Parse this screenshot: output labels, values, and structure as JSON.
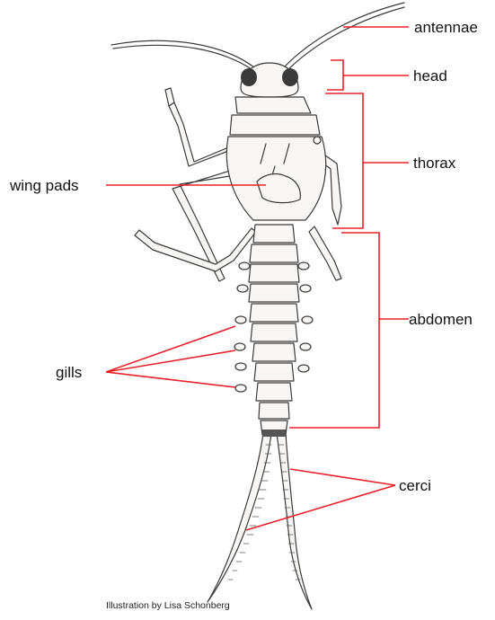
{
  "labels": {
    "antennae": "antennae",
    "head": "head",
    "thorax": "thorax",
    "wing_pads": "wing pads",
    "abdomen": "abdomen",
    "gills": "gills",
    "cerci": "cerci"
  },
  "credit": "Illustration by Lisa Schonberg",
  "colors": {
    "leader_lines": "#e8202a",
    "ink": "#3a3a3a"
  }
}
